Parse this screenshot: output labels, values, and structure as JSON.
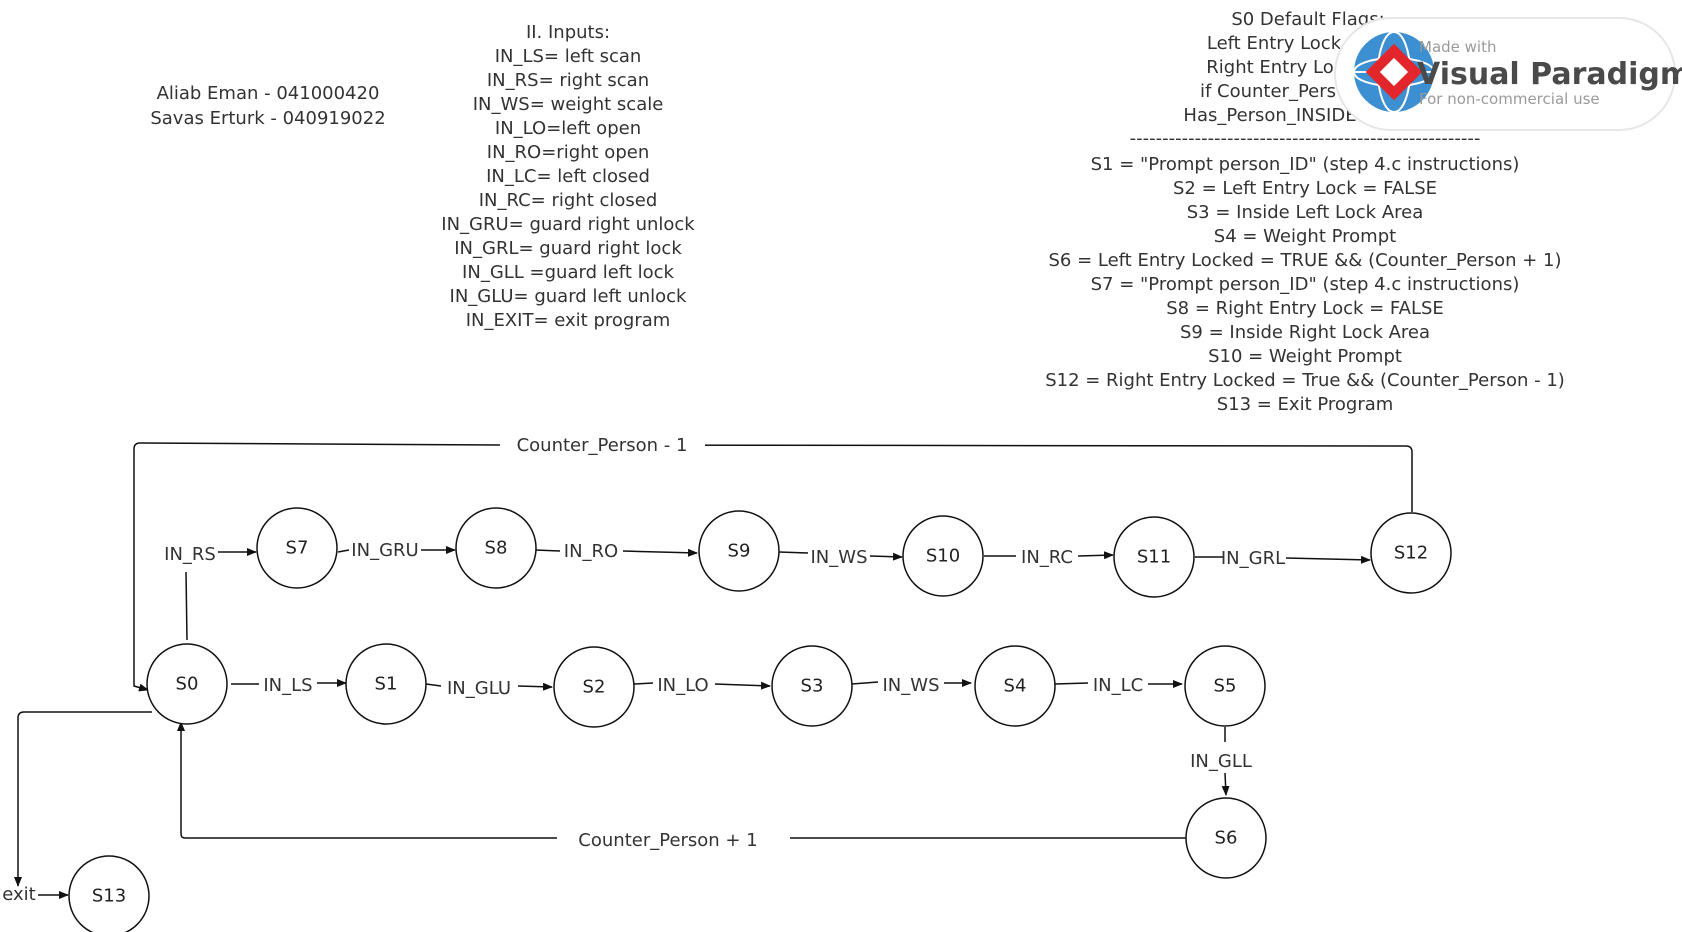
{
  "authors": [
    "Aliab Eman - 041000420",
    "Savas Erturk - 040919022"
  ],
  "inputs": {
    "title": "II. Inputs:",
    "lines": [
      "IN_LS= left scan",
      "IN_RS= right scan",
      "IN_WS= weight scale",
      "IN_LO=left open",
      "IN_RO=right open",
      "IN_LC= left closed",
      "IN_RC= right closed",
      "IN_GRU= guard right unlock",
      "IN_GRL= guard right lock",
      "IN_GLL =guard left lock",
      "IN_GLU= guard left unlock",
      "IN_EXIT= exit program"
    ]
  },
  "flags": {
    "lines": [
      "S0 Default Flags:",
      "Left Entry Lock",
      "Right Entry Lo",
      "if Counter_Pers",
      "Has_Person_INSIDE"
    ],
    "divider": "------------------------------------------------------"
  },
  "states_desc": [
    "S1 = \"Prompt person_ID\" (step 4.c instructions)",
    "S2 = Left Entry Lock = FALSE",
    "S3 = Inside Left Lock Area",
    "S4 = Weight Prompt",
    "S6 = Left Entry Locked = TRUE && (Counter_Person + 1)",
    "S7 = \"Prompt person_ID\" (step 4.c instructions)",
    "S8 = Right Entry Lock = FALSE",
    "S9 = Inside Right Lock Area",
    "S10 = Weight Prompt",
    "S12 = Right Entry Locked = True && (Counter_Person - 1)",
    "S13 = Exit Program"
  ],
  "diagram": {
    "states": [
      "S0",
      "S1",
      "S2",
      "S3",
      "S4",
      "S5",
      "S6",
      "S7",
      "S8",
      "S9",
      "S10",
      "S11",
      "S12",
      "S13"
    ],
    "transitions": {
      "s0_s7": "IN_RS",
      "s7_s8": "IN_GRU",
      "s8_s9": "IN_RO",
      "s9_s10": "IN_WS",
      "s10_s11": "IN_RC",
      "s11_s12": "IN_GRL",
      "s0_s1": "IN_LS",
      "s1_s2": "IN_GLU",
      "s2_s3": "IN_LO",
      "s3_s4": "IN_WS",
      "s4_s5": "IN_LC",
      "s5_s6": "IN_GLL",
      "s12_s0": "Counter_Person - 1",
      "s6_s0": "Counter_Person + 1",
      "s0_s13": "exit"
    }
  },
  "watermark": {
    "line1": "Made with",
    "line2": "Visual Paradigm",
    "line3": "For non-commercial use"
  }
}
